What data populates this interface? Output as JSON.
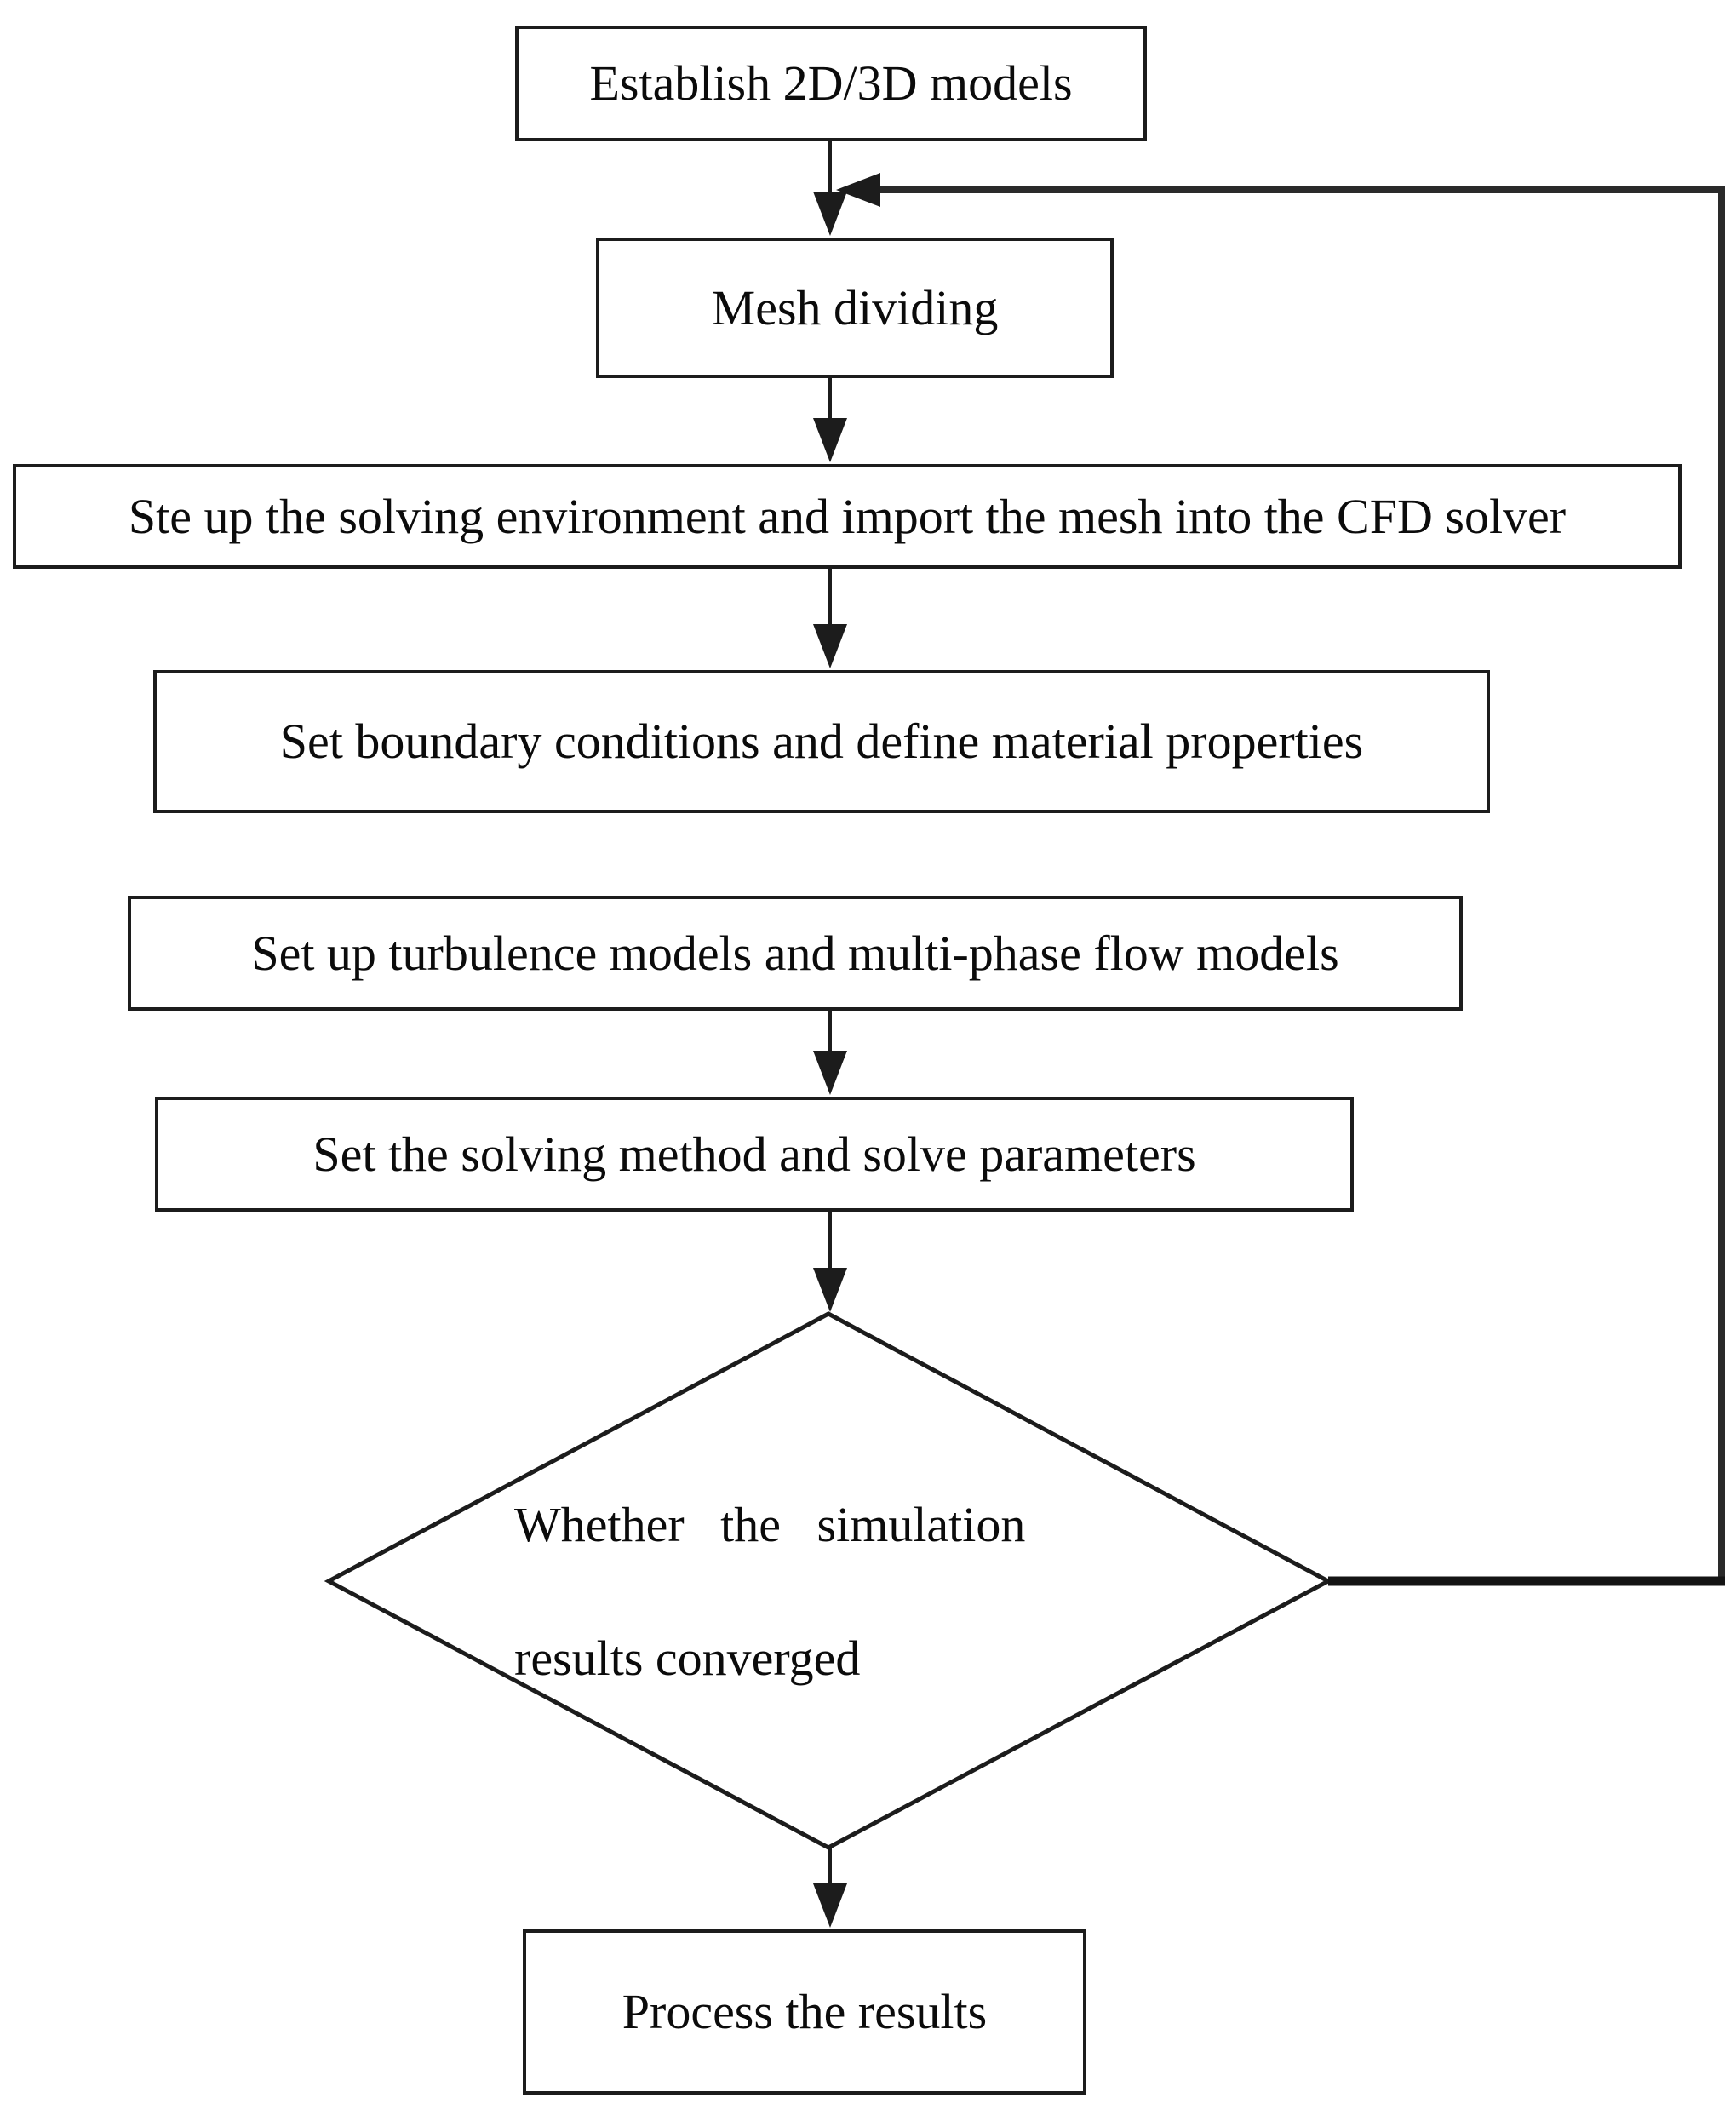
{
  "flowchart": {
    "background_color": "#ffffff",
    "line_color": "#1c1c1c",
    "nodes": {
      "establish": {
        "type": "process",
        "label": "Establish 2D/3D models"
      },
      "mesh": {
        "type": "process",
        "label": "Mesh dividing"
      },
      "solver_setup": {
        "type": "process",
        "label": "Ste up the solving environment and import the mesh into the CFD solver"
      },
      "boundary": {
        "type": "process",
        "label": "Set boundary conditions and define material properties"
      },
      "turbulence": {
        "type": "process",
        "label": "Set up turbulence models and multi-phase flow models"
      },
      "solving_method": {
        "type": "process",
        "label": "Set the solving method and solve parameters"
      },
      "decision": {
        "type": "decision",
        "label_line1": "Whether the simulation",
        "label_line2": "results converged"
      },
      "process_results": {
        "type": "process",
        "label": "Process the results"
      }
    },
    "edges": [
      {
        "from": "establish",
        "to": "mesh"
      },
      {
        "from": "mesh",
        "to": "solver_setup"
      },
      {
        "from": "solver_setup",
        "to": "boundary"
      },
      {
        "from": "turbulence",
        "to": "solving_method"
      },
      {
        "from": "solving_method",
        "to": "decision"
      },
      {
        "from": "decision",
        "to": "process_results"
      },
      {
        "from": "decision",
        "to": "mesh",
        "kind": "feedback-loop"
      }
    ]
  }
}
